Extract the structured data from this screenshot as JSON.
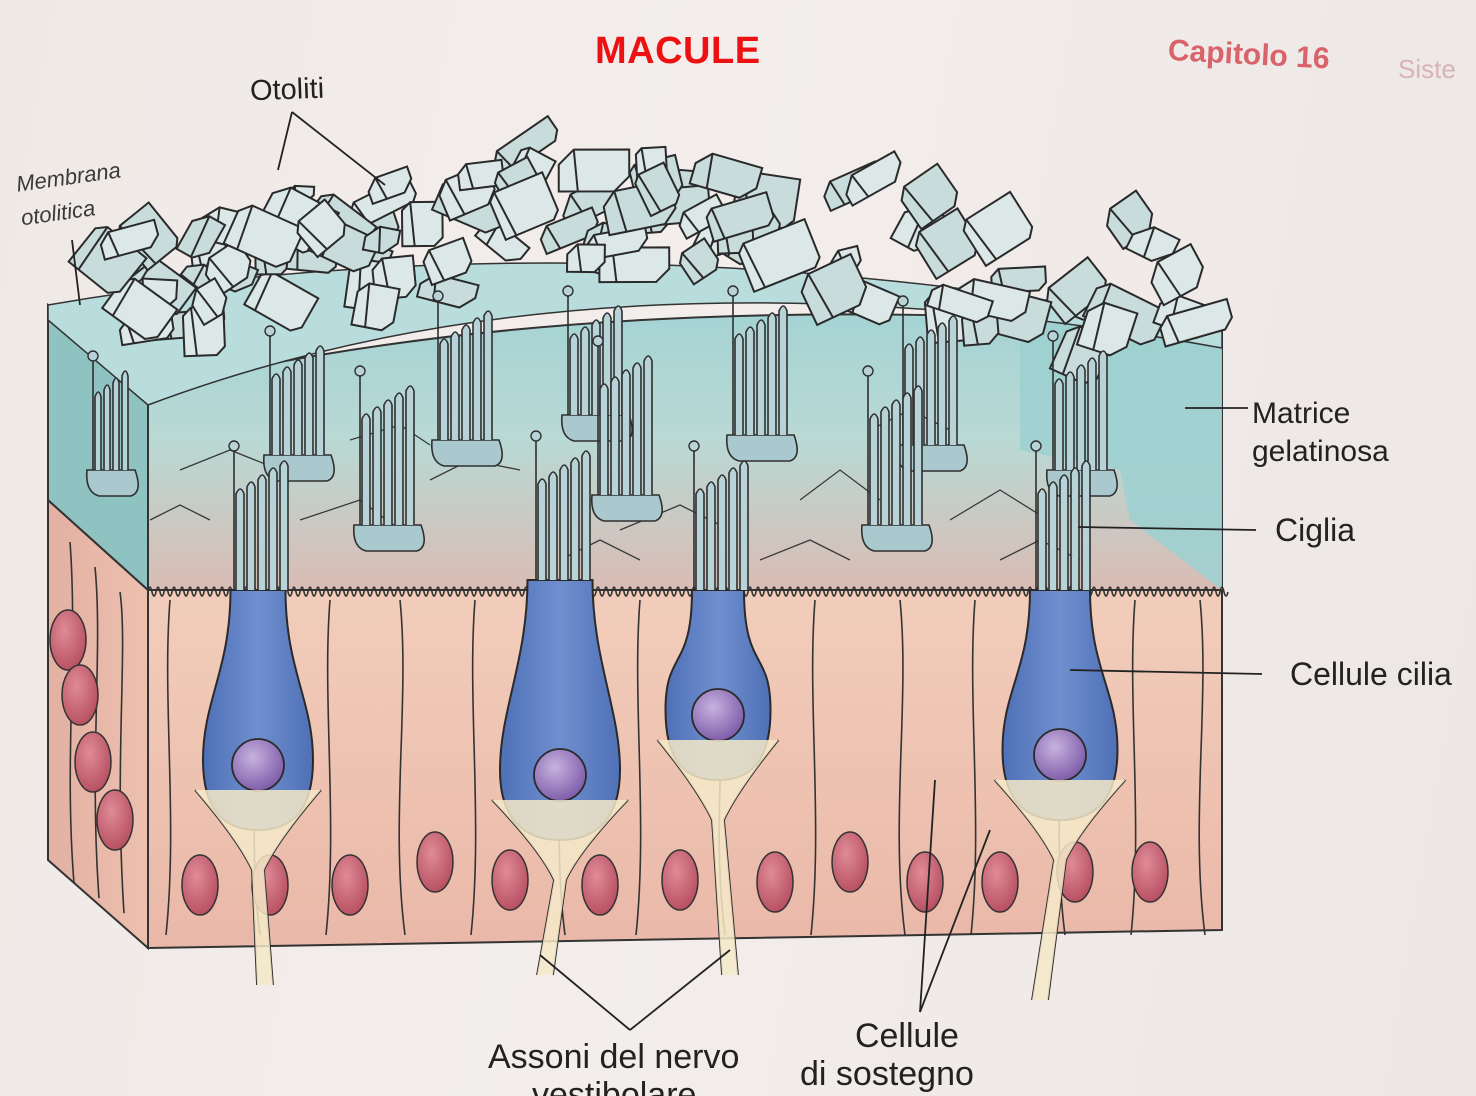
{
  "title": "MACULE",
  "header": {
    "chapter": "Capitolo 16",
    "chapter_cut": "Siste"
  },
  "labels": {
    "otoliti": "Otoliti",
    "membrana_otolitica": "Membrana otolitica",
    "matrice_gelatinosa": "Matrice gelatinosa",
    "ciglia": "Ciglia",
    "cellule_cigliate": "Cellule cilia",
    "assoni_line1": "Assoni del nervo",
    "assoni_line2": "vestibolare",
    "sostegno_line1": "Cellule",
    "sostegno_line2": "di sostegno"
  },
  "colors": {
    "title": "#ee1111",
    "chapter": "#d9626b",
    "gel": "#9fcfd1",
    "tissue": "#f0c9b6",
    "hair_cell": "#5b7fc1",
    "nucleus": "#8a6ab0",
    "support_nucleus": "#c45a6b"
  }
}
